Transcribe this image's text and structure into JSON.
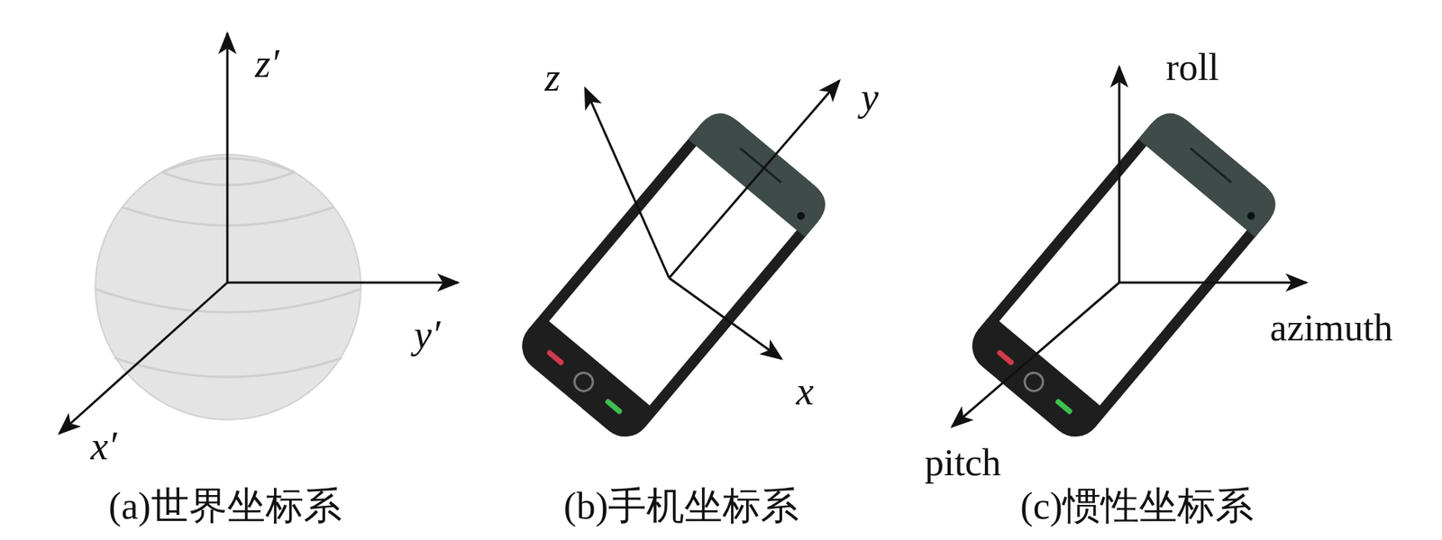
{
  "diagram": {
    "labels": [
      "z′",
      "y′",
      "x′",
      "z",
      "y",
      "x",
      "roll",
      "azimuth",
      "pitch",
      "(a)世界坐标系",
      "(b)手机坐标系",
      "(c)惯性坐标系"
    ]
  }
}
